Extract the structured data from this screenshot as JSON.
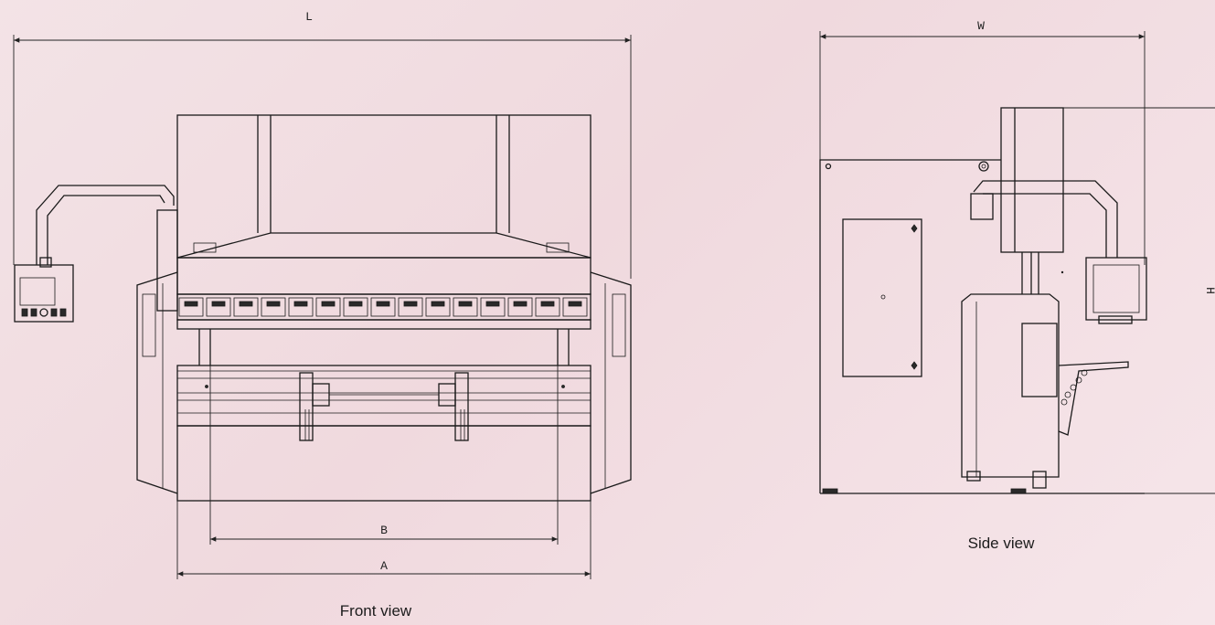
{
  "front_view": {
    "caption": "Front view",
    "dim_L": "L",
    "dim_A": "A",
    "dim_B": "B"
  },
  "side_view": {
    "caption": "Side view",
    "dim_W": "W",
    "dim_H": "H"
  }
}
